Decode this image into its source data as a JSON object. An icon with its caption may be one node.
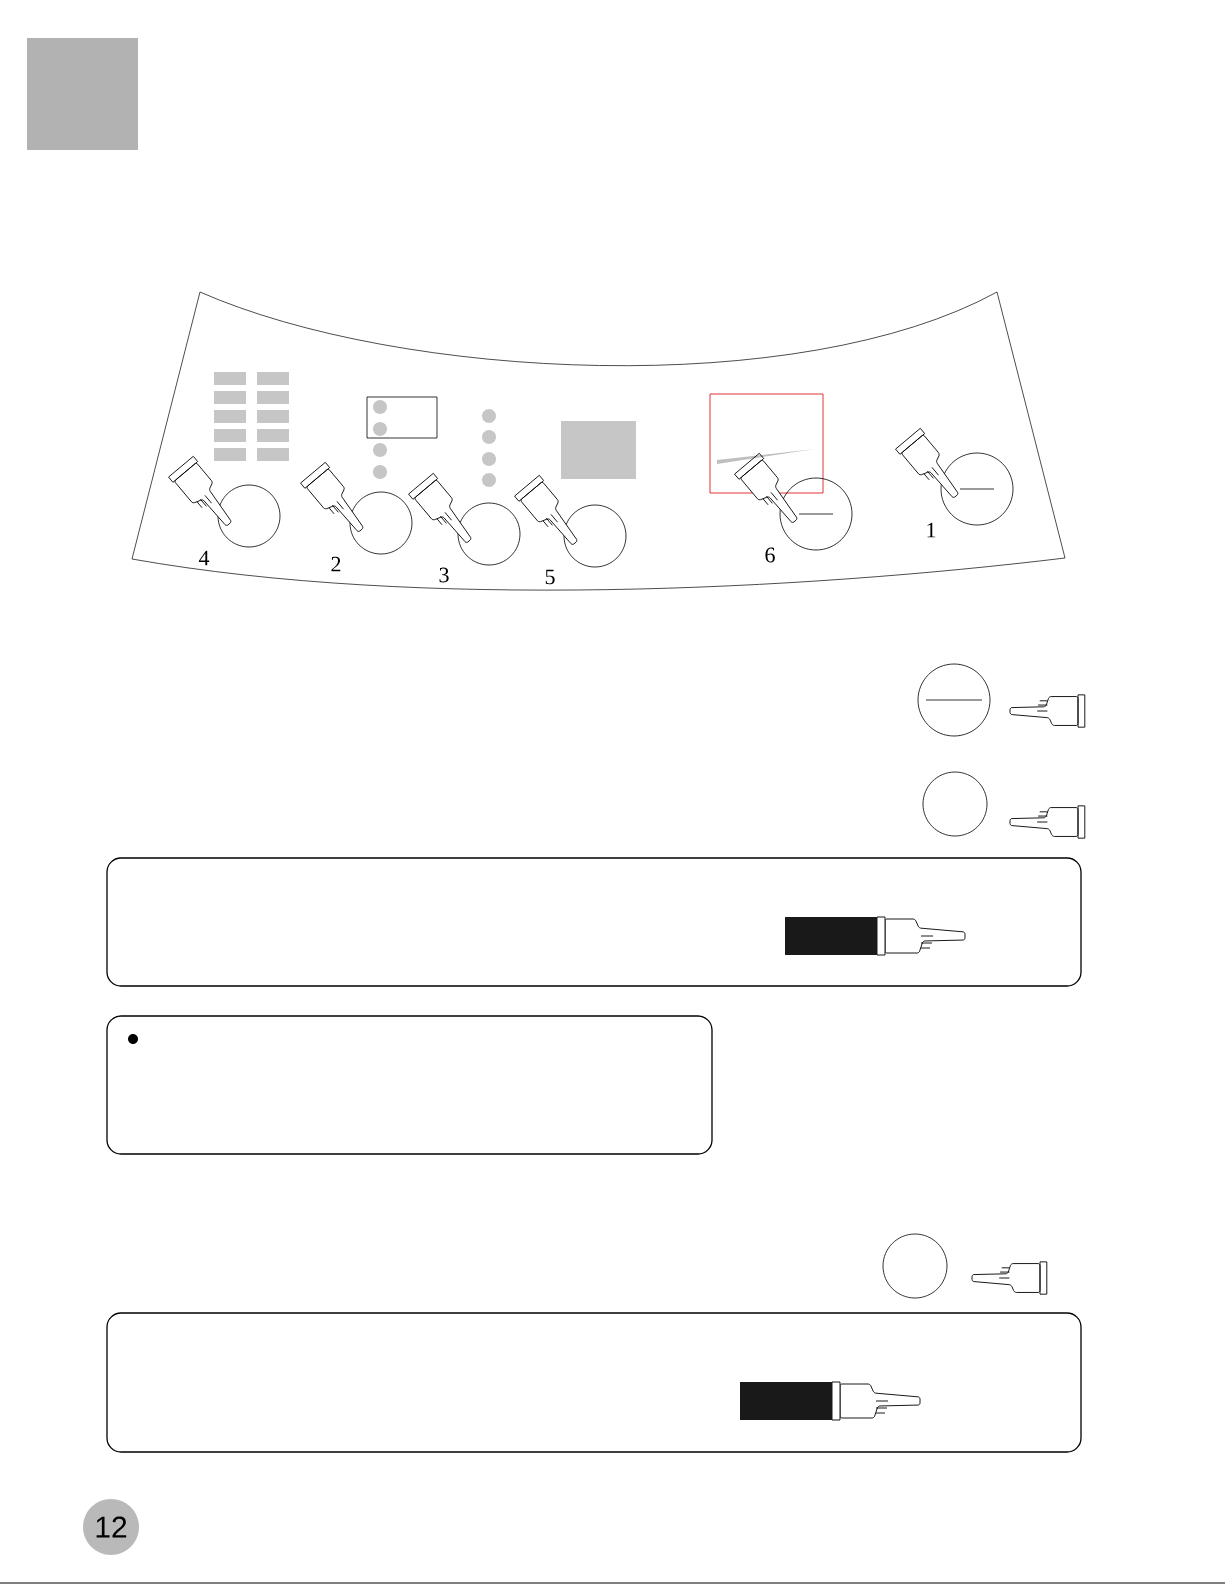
{
  "diagram": {
    "labels": [
      "4",
      "2",
      "3",
      "5",
      "6",
      "1",
      "12"
    ]
  }
}
